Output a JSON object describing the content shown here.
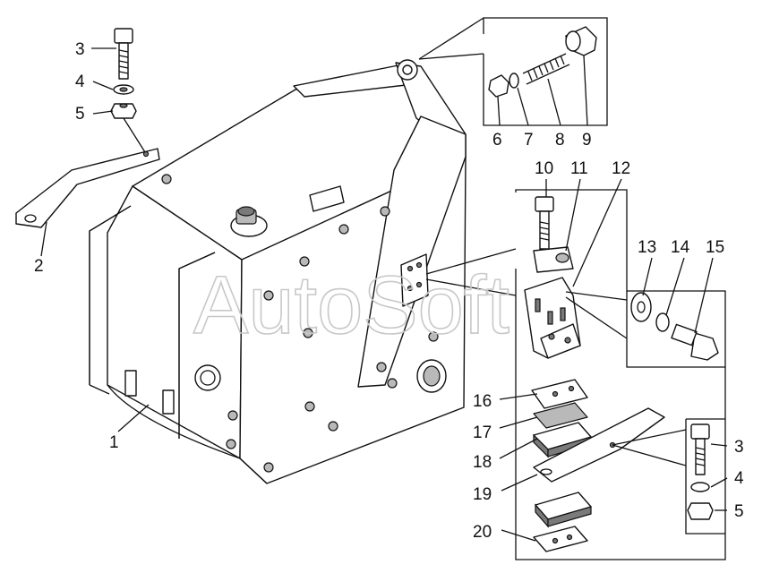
{
  "watermark": "AutoSoft",
  "callouts": {
    "c1": "1",
    "c2": "2",
    "c3a": "3",
    "c4a": "4",
    "c5a": "5",
    "c6": "6",
    "c7": "7",
    "c8": "8",
    "c9": "9",
    "c10": "10",
    "c11": "11",
    "c12": "12",
    "c13": "13",
    "c14": "14",
    "c15": "15",
    "c16": "16",
    "c17": "17",
    "c18": "18",
    "c19": "19",
    "c20": "20",
    "c3b": "3",
    "c4b": "4",
    "c5b": "5"
  }
}
